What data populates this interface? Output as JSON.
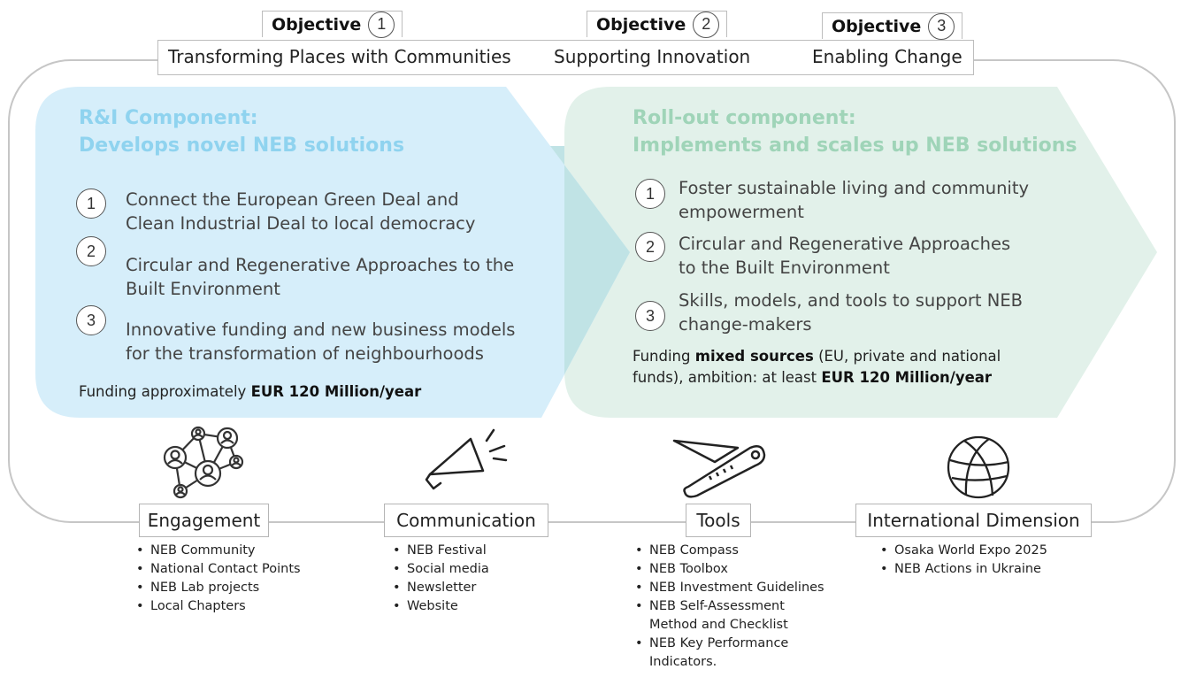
{
  "objectives": [
    {
      "label": "Objective",
      "number": "1",
      "name": "Transforming Places with Communities"
    },
    {
      "label": "Objective",
      "number": "2",
      "name": "Supporting Innovation"
    },
    {
      "label": "Objective",
      "number": "3",
      "name": "Enabling Change"
    }
  ],
  "ri_component": {
    "title_line1": "R&I Component:",
    "title_line2": "Develops novel NEB solutions",
    "items": [
      {
        "number": "1",
        "line1": "Connect the European Green Deal and",
        "line2": "Clean Industrial Deal  to local democracy"
      },
      {
        "number": "2",
        "line1": "Circular and Regenerative Approaches to the",
        "line2": "Built Environment"
      },
      {
        "number": "3",
        "line1": "Innovative funding and new business models",
        "line2": "for the transformation of neighbourhoods"
      }
    ],
    "funding_prefix": "Funding approximately ",
    "funding_bold": "EUR 120 Million/year"
  },
  "rollout_component": {
    "title_line1": "Roll-out component:",
    "title_line2": "Implements and scales up NEB solutions",
    "items": [
      {
        "number": "1",
        "line1": "Foster sustainable living and community",
        "line2": "empowerment"
      },
      {
        "number": "2",
        "line1": "Circular and Regenerative Approaches",
        "line2": "to the Built Environment"
      },
      {
        "number": "3",
        "line1": "Skills, models,  and tools to support NEB",
        "line2": "change-makers"
      }
    ],
    "funding_prefix": "Funding ",
    "funding_bold1": "mixed sources",
    "funding_mid": " (EU, private and national",
    "funding_line2_prefix": "funds), ambition: at least ",
    "funding_bold2": "EUR 120 Million/year"
  },
  "pillars": [
    {
      "label": "Engagement",
      "icon": "network-people-icon",
      "items": [
        "NEB Community",
        "National Contact Points",
        "NEB Lab projects",
        "Local Chapters"
      ]
    },
    {
      "label": "Communication",
      "icon": "megaphone-icon",
      "items": [
        "NEB Festival",
        "Social media",
        "Newsletter",
        "Website"
      ]
    },
    {
      "label": "Tools",
      "icon": "pocket-knife-icon",
      "items": [
        "NEB Compass",
        "NEB Toolbox",
        "NEB Investment Guidelines",
        "NEB Self-Assessment Method and Checklist",
        "NEB Key Performance Indicators."
      ]
    },
    {
      "label": "International Dimension",
      "icon": "globe-icon",
      "items": [
        "Osaka World Expo 2025",
        "NEB Actions in Ukraine"
      ]
    }
  ],
  "colors": {
    "ri_fill": "#d6eefa",
    "ri_title": "#8fd3ef",
    "rollout_fill": "#e2f1ea",
    "rollout_title": "#9fd4b8",
    "overlap_fill": "#bfe3e4",
    "frame": "#c2c2c2"
  }
}
